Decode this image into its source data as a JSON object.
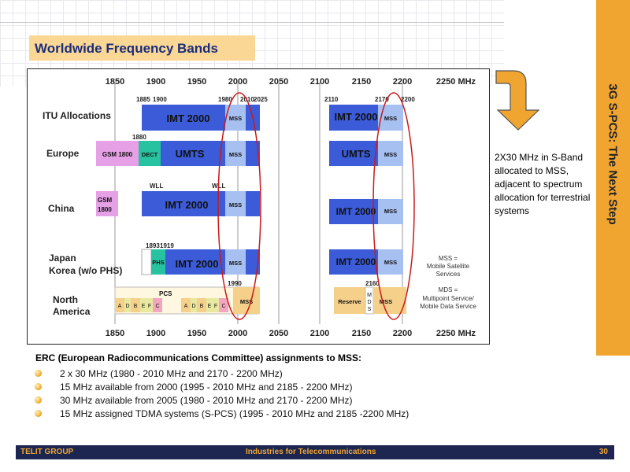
{
  "slide": {
    "title": "Worldwide Frequency Bands",
    "side_title": "3G S-PCS: The Next Step",
    "note": "2X30 MHz in S-Band allocated to MSS, adjacent to spectrum allocation for terrestrial systems",
    "erc_heading": "ERC (European Radiocommunications Committee) assignments to MSS:",
    "bullets": [
      "2 x 30 MHz (1980 - 2010 MHz and 2170 - 2200 MHz)",
      "15 MHz available from 2000 (1995 - 2010 MHz and 2185 - 2200 MHz)",
      "30 MHz available from 2005 (1980 - 2010 MHz and 2170 - 2200 MHz)",
      "15 MHz assigned TDMA systems (S-PCS) (1995 - 2010 MHz and 2185 -2200 MHz)"
    ],
    "footer_left": "TELIT GROUP",
    "footer_center": "Industries for Telecommunications",
    "page_number": "30"
  },
  "colors": {
    "blue_band": "#3b5bd8",
    "mss": "#a7c0f2",
    "gsm": "#e6a0e6",
    "dect": "#27c2a0",
    "phs": "#27c2a0",
    "orange": "#f0a531",
    "circle": "#cc1a1a"
  },
  "diagram": {
    "axis_ticks_top": [
      "1850",
      "1900",
      "1950",
      "2000",
      "2050",
      "2100",
      "2150",
      "2200",
      "2250 MHz"
    ],
    "axis_ticks_bottom": [
      "1850",
      "1900",
      "1950",
      "2000",
      "2050",
      "2100",
      "2150",
      "2200",
      "2250 MHz"
    ],
    "freq_labels": [
      "1885",
      "1900",
      "1980",
      "2010",
      "2025",
      "2110",
      "2170",
      "2200",
      "1880",
      "1893",
      "1919",
      "1990",
      "2160"
    ],
    "row_labels": [
      "ITU Allocations",
      "Europe",
      "China",
      "Japan",
      "Korea (w/o PHS)",
      "North",
      "America"
    ],
    "blocks": {
      "imt2000": "IMT 2000",
      "umts": "UMTS",
      "mss": "MSS",
      "gsm1800": "GSM 1800",
      "dect": "DECT",
      "gsm": "GSM",
      "n1800": "1800",
      "phs": "PHS",
      "wll": "WLL",
      "pcs": "PCS",
      "reserve": "Reserve",
      "mds": [
        "M",
        "D",
        "S"
      ],
      "pcs_letters": [
        "A",
        "D",
        "B",
        "E",
        "F",
        "C"
      ]
    },
    "legend": {
      "mss_line1": "MSS =",
      "mss_line2": "Mobile Satellite",
      "mss_line3": "Services",
      "mds_line1": "MDS =",
      "mds_line2": "Multipoint Service/",
      "mds_line3": "Mobile Data Service"
    }
  }
}
